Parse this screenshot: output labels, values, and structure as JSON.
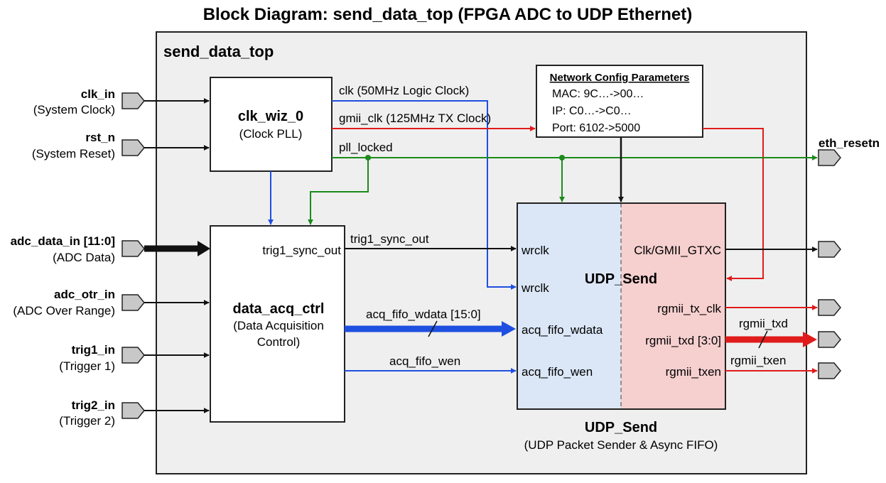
{
  "title": "Block Diagram: send_data_top (FPGA ADC to UDP Ethernet)",
  "top_module": "send_data_top",
  "inputs": [
    {
      "name": "clk_in",
      "desc": "(System Clock)"
    },
    {
      "name": "rst_n",
      "desc": "(System Reset)"
    },
    {
      "name": "adc_data_in [11:0]",
      "desc": "(ADC Data)"
    },
    {
      "name": "adc_otr_in",
      "desc": "(ADC Over Range)"
    },
    {
      "name": "trig1_in",
      "desc": "(Trigger 1)"
    },
    {
      "name": "trig2_in",
      "desc": "(Trigger 2)"
    }
  ],
  "outputs": {
    "eth_resetn": "eth_resetn"
  },
  "clk_wiz": {
    "name": "clk_wiz_0",
    "desc": "(Clock PLL)",
    "sig_clk": "clk (50MHz Logic Clock)",
    "sig_gmii_clk": "gmii_clk (125MHz TX Clock)",
    "sig_pll_locked": "pll_locked"
  },
  "data_acq": {
    "name": "data_acq_ctrl",
    "desc1": "(Data Acquisition",
    "desc2": "Control)",
    "port_trig": "trig1_sync_out",
    "sig_trig": "trig1_sync_out",
    "sig_wdata": "acq_fifo_wdata [15:0]",
    "sig_wen": "acq_fifo_wen"
  },
  "config": {
    "title": "Network Config Parameters",
    "mac": "MAC: 9C…->00…",
    "ip": "IP: C0…->C0…",
    "port": "Port: 6102->5000"
  },
  "udp": {
    "center_label": "UDP_Send",
    "left_ports": [
      "wrclk",
      "wrclk",
      "acq_fifo_wdata",
      "acq_fifo_wen"
    ],
    "right_ports": [
      "Clk/GMII_GTXC",
      "rgmii_tx_clk",
      "rgmii_txd [3:0]",
      "rgmii_txen"
    ],
    "name": "UDP_Send",
    "desc": "(UDP Packet Sender & Async FIFO)",
    "out_txd": "rgmii_txd",
    "out_txen": "rgmii_txen"
  },
  "colors": {
    "blue": "#1f4fe0",
    "red": "#e01b1b",
    "green": "#1b8a1b",
    "black": "#111111",
    "container": "#efefef",
    "udp_left": "#dbe7f7",
    "udp_right": "#f6cfcf",
    "port": "#c8c8c8"
  }
}
